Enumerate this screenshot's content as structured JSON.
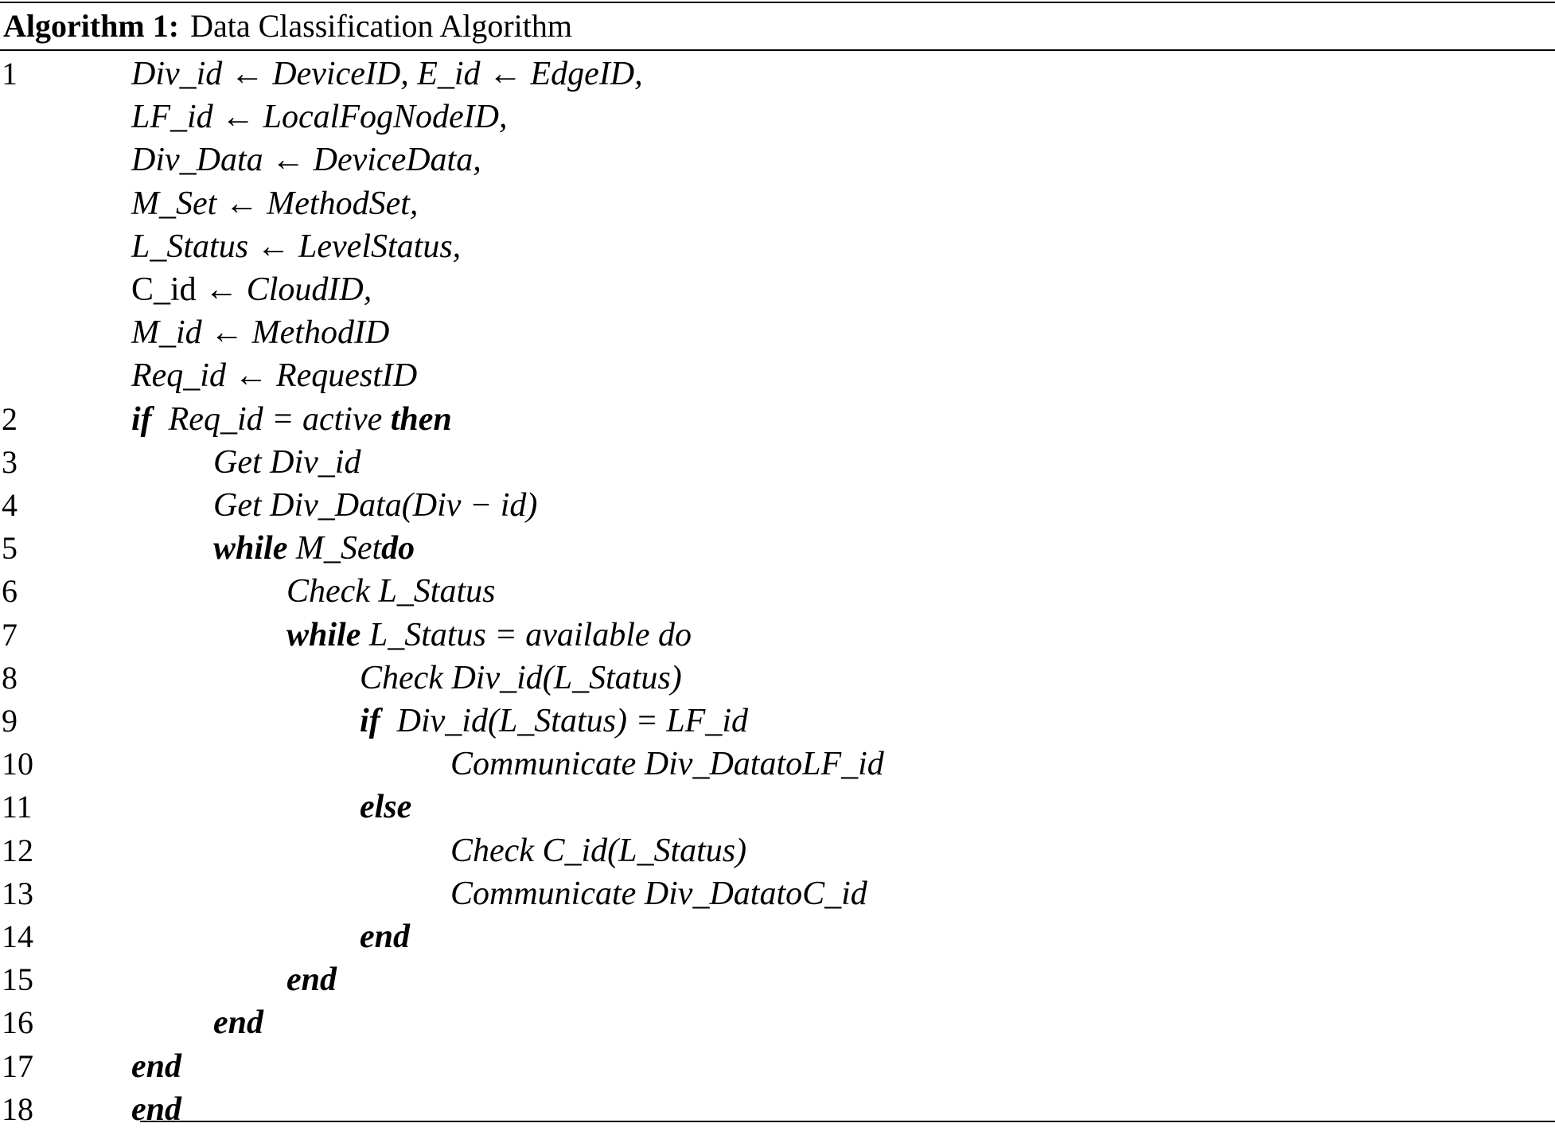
{
  "algorithm": {
    "label": "Algorithm 1:",
    "name": "Data Classification Algorithm",
    "lines": [
      {
        "num": "1",
        "indent": 0,
        "segments": [
          {
            "t": "Div_id ← DeviceID, E_id ← EdgeID,",
            "s": "it"
          }
        ]
      },
      {
        "num": "",
        "indent": 0,
        "segments": [
          {
            "t": "LF_id ← LocalFogNodeID,",
            "s": "it"
          }
        ]
      },
      {
        "num": "",
        "indent": 0,
        "segments": [
          {
            "t": "Div_Data ← DeviceData,",
            "s": "it"
          }
        ]
      },
      {
        "num": "",
        "indent": 0,
        "segments": [
          {
            "t": "M_Set ← MethodSet,",
            "s": "it"
          }
        ]
      },
      {
        "num": "",
        "indent": 0,
        "segments": [
          {
            "t": "L_Status ← LevelStatus,",
            "s": "it"
          }
        ]
      },
      {
        "num": "",
        "indent": 0,
        "segments": [
          {
            "t": "C_id",
            "s": "up"
          },
          {
            "t": " ← CloudID,",
            "s": "it"
          }
        ]
      },
      {
        "num": "",
        "indent": 0,
        "segments": [
          {
            "t": "M_id ← MethodID",
            "s": "it"
          }
        ]
      },
      {
        "num": "",
        "indent": 0,
        "segments": [
          {
            "t": "Req_id ← RequestID",
            "s": "it"
          }
        ]
      },
      {
        "num": "2",
        "indent": 0,
        "segments": [
          {
            "t": "if",
            "s": "kw"
          },
          {
            "t": "  Req_id = active ",
            "s": "it"
          },
          {
            "t": "then",
            "s": "kw"
          }
        ]
      },
      {
        "num": "3",
        "indent": 1,
        "segments": [
          {
            "t": "Get Div_id",
            "s": "it"
          }
        ]
      },
      {
        "num": "4",
        "indent": 1,
        "segments": [
          {
            "t": "Get Div_Data(Div − id)",
            "s": "it"
          }
        ]
      },
      {
        "num": "5",
        "indent": 1,
        "segments": [
          {
            "t": "while",
            "s": "kw"
          },
          {
            "t": " M_Set",
            "s": "it"
          },
          {
            "t": "do",
            "s": "kw"
          }
        ]
      },
      {
        "num": "6",
        "indent": 2,
        "segments": [
          {
            "t": "Check L_Status",
            "s": "it"
          }
        ]
      },
      {
        "num": "7",
        "indent": 2,
        "segments": [
          {
            "t": "while",
            "s": "kw"
          },
          {
            "t": " L_Status = available do",
            "s": "it"
          }
        ]
      },
      {
        "num": "8",
        "indent": 3,
        "segments": [
          {
            "t": "Check Div_id(L_Status)",
            "s": "it"
          }
        ]
      },
      {
        "num": "9",
        "indent": 3,
        "segments": [
          {
            "t": "if",
            "s": "kw"
          },
          {
            "t": "  Div_id(L_Status) = LF_id",
            "s": "it"
          }
        ]
      },
      {
        "num": "10",
        "indent": 4,
        "segments": [
          {
            "t": "Communicate Div_DatatoLF_id",
            "s": "it"
          }
        ]
      },
      {
        "num": "11",
        "indent": 3,
        "segments": [
          {
            "t": "else",
            "s": "kw"
          }
        ]
      },
      {
        "num": "12",
        "indent": 4,
        "segments": [
          {
            "t": "Check C_id(L_Status)",
            "s": "it"
          }
        ]
      },
      {
        "num": "13",
        "indent": 4,
        "segments": [
          {
            "t": "Communicate Div_DatatoC_id",
            "s": "it"
          }
        ]
      },
      {
        "num": "14",
        "indent": 3,
        "segments": [
          {
            "t": "end",
            "s": "kw"
          }
        ]
      },
      {
        "num": "15",
        "indent": 2,
        "segments": [
          {
            "t": "end",
            "s": "kw"
          }
        ]
      },
      {
        "num": "16",
        "indent": 1,
        "segments": [
          {
            "t": "end",
            "s": "kw"
          }
        ]
      },
      {
        "num": "17",
        "indent": 0,
        "segments": [
          {
            "t": "end",
            "s": "kw"
          }
        ]
      },
      {
        "num": "18",
        "indent": 0,
        "segments": [
          {
            "t": "end",
            "s": "kw"
          }
        ]
      }
    ]
  }
}
